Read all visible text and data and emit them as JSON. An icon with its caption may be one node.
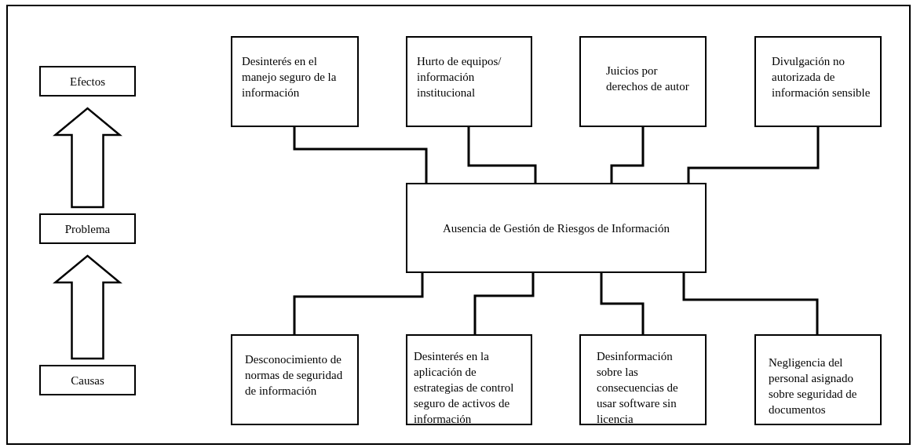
{
  "diagram": {
    "nodes": [
      {
        "text": [
          "Efectos"
        ]
      },
      {
        "text": [
          "Desinterés en el manejo seguro de la información"
        ]
      },
      {
        "text": [
          "Hurto de equipos/ información institucional"
        ]
      },
      {
        "text": [
          "Juicios por derechos de autor"
        ]
      },
      {
        "text": [
          "Divulgación no autorizada de información sensible"
        ]
      },
      {
        "text": [
          "Ausencia de Gestión de Riesgos de Información"
        ]
      },
      {
        "text": [
          "Problema"
        ]
      },
      {
        "text": [
          "Desconocimiento de normas de seguridad de información"
        ]
      },
      {
        "text": [
          "Desinterés en la aplicación de estrategias de control seguro de activos de información"
        ]
      },
      {
        "text": [
          "Desinformación sobre las consecuencias de usar software sin licencia"
        ]
      },
      {
        "text": [
          "Negligencia del personal asignado sobre seguridad de documentos"
        ]
      },
      {
        "text": [
          "Causas"
        ]
      }
    ],
    "edges": [
      {
        "from": 5,
        "to": 1,
        "arrow": "none"
      },
      {
        "from": 5,
        "to": 2,
        "arrow": "none"
      },
      {
        "from": 5,
        "to": 3,
        "arrow": "none"
      },
      {
        "from": 5,
        "to": 4,
        "arrow": "none"
      },
      {
        "from": 5,
        "to": 7,
        "arrow": "none"
      },
      {
        "from": 5,
        "to": 8,
        "arrow": "none"
      },
      {
        "from": 5,
        "to": 9,
        "arrow": "none"
      },
      {
        "from": 5,
        "to": 10,
        "arrow": "none"
      },
      {
        "from": 6,
        "to": 0,
        "arrow": "to",
        "style": "thick"
      },
      {
        "from": 11,
        "to": 6,
        "arrow": "to",
        "style": "thick"
      }
    ]
  }
}
